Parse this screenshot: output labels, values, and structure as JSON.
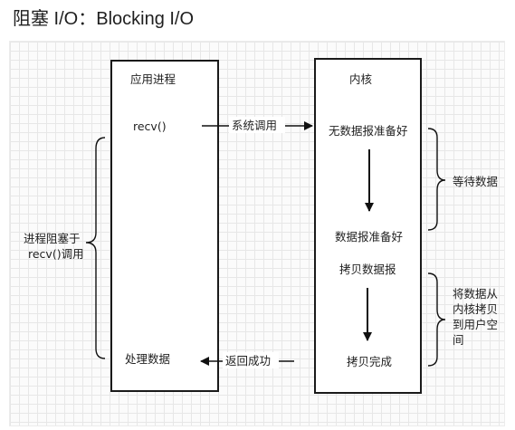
{
  "title": "阻塞 I/O：Blocking I/O",
  "left_box": {
    "header": "应用进程",
    "recv": "recv()",
    "process": "处理数据"
  },
  "right_box": {
    "header": "内核",
    "no_data": "无数据报准备好",
    "data_ready": "数据报准备好",
    "copy": "拷贝数据报",
    "copy_done": "拷贝完成"
  },
  "arrows": {
    "syscall": "系统调用",
    "return_ok": "返回成功"
  },
  "left_brace": {
    "line1": "进程阻塞于",
    "line2": "recv()调用"
  },
  "right_brace_top": {
    "label": "等待数据"
  },
  "right_brace_bottom": {
    "line1": "将数据从",
    "line2": "内核拷贝",
    "line3": "到用户空",
    "line4": "间"
  }
}
